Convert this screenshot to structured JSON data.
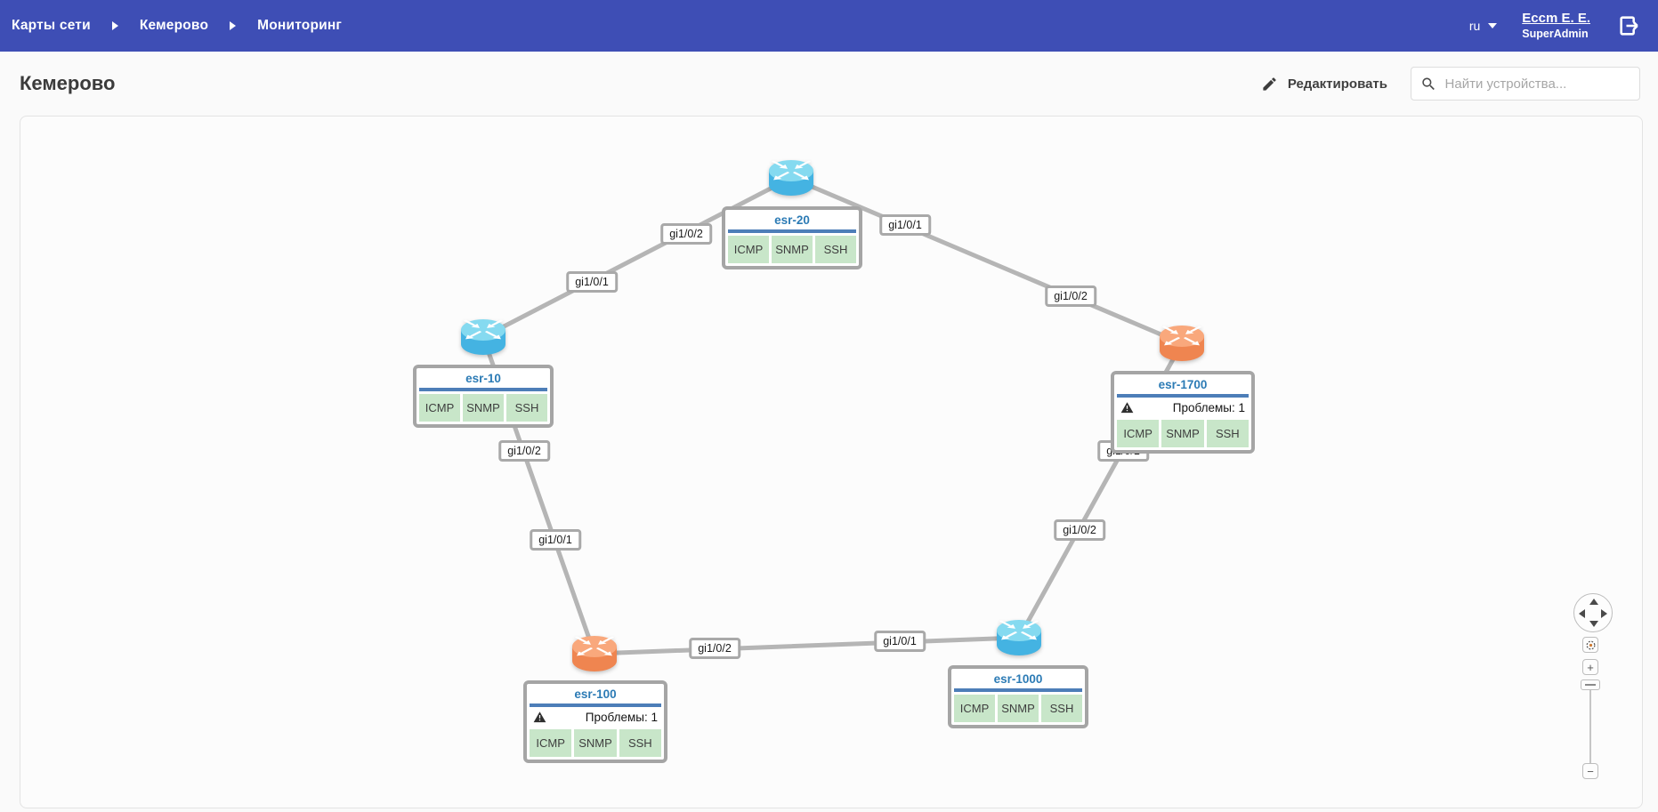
{
  "colors": {
    "header_bg": "#3e4eb5",
    "node_name_text": "#2c7bb5",
    "card_divider": "#4d7eb8",
    "protocol_ok_bg": "#c8e6c9",
    "edge": "#b5b5b5",
    "router_cyan_top": "#85daf0",
    "router_cyan_body": "#44b3e2",
    "router_orange_top": "#f9a87c",
    "router_orange_body": "#ef8550"
  },
  "header": {
    "breadcrumbs": [
      "Карты сети",
      "Кемерово",
      "Мониторинг"
    ],
    "language": "ru",
    "user_name": "Eccm E. E.",
    "user_role": "SuperAdmin"
  },
  "toolbar": {
    "title": "Кемерово",
    "edit_label": "Редактировать",
    "search_placeholder": "Найти устройства..."
  },
  "network": {
    "nodes": [
      {
        "name": "esr-20",
        "status": "ok",
        "protocols": [
          "ICMP",
          "SNMP",
          "SSH"
        ]
      },
      {
        "name": "esr-10",
        "status": "ok",
        "protocols": [
          "ICMP",
          "SNMP",
          "SSH"
        ]
      },
      {
        "name": "esr-1700",
        "status": "warning",
        "problems_label": "Проблемы: 1",
        "protocols": [
          "ICMP",
          "SNMP",
          "SSH"
        ]
      },
      {
        "name": "esr-100",
        "status": "warning",
        "problems_label": "Проблемы: 1",
        "protocols": [
          "ICMP",
          "SNMP",
          "SSH"
        ]
      },
      {
        "name": "esr-1000",
        "status": "ok",
        "protocols": [
          "ICMP",
          "SNMP",
          "SSH"
        ]
      }
    ],
    "edges": [
      {
        "from": "esr-10",
        "to": "esr-20",
        "from_label": "gi1/0/1",
        "to_label": "gi1/0/2"
      },
      {
        "from": "esr-20",
        "to": "esr-1700",
        "from_label": "gi1/0/1",
        "to_label": "gi1/0/2"
      },
      {
        "from": "esr-10",
        "to": "esr-100",
        "from_label": "gi1/0/2",
        "to_label": "gi1/0/1"
      },
      {
        "from": "esr-100",
        "to": "esr-1000",
        "from_label": "gi1/0/2",
        "to_label": "gi1/0/1"
      },
      {
        "from": "esr-1000",
        "to": "esr-1700",
        "from_label": "gi1/0/2",
        "to_label": "gi1/0/1"
      }
    ]
  },
  "map_controls": {
    "zoom_in": "+",
    "zoom_out": "−"
  }
}
